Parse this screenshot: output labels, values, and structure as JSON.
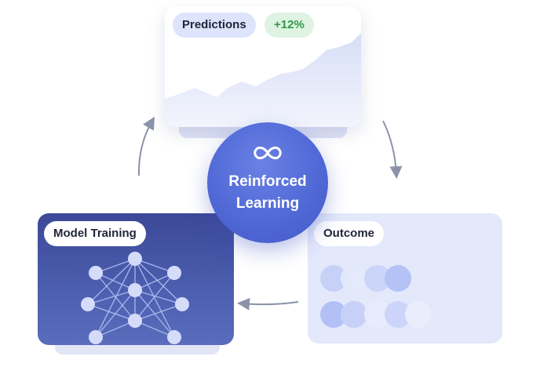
{
  "predictions": {
    "label": "Predictions",
    "delta": "+12%"
  },
  "center": {
    "line1": "Reinforced",
    "line2": "Learning",
    "icon": "infinity-icon"
  },
  "model_training": {
    "label": "Model Training"
  },
  "outcome": {
    "label": "Outcome"
  },
  "colors": {
    "accent": "#5069d6",
    "positive": "#2f9a47",
    "card_dark": "#3c4898",
    "card_light": "#e3e8fb",
    "arrow": "#8a93a8"
  }
}
